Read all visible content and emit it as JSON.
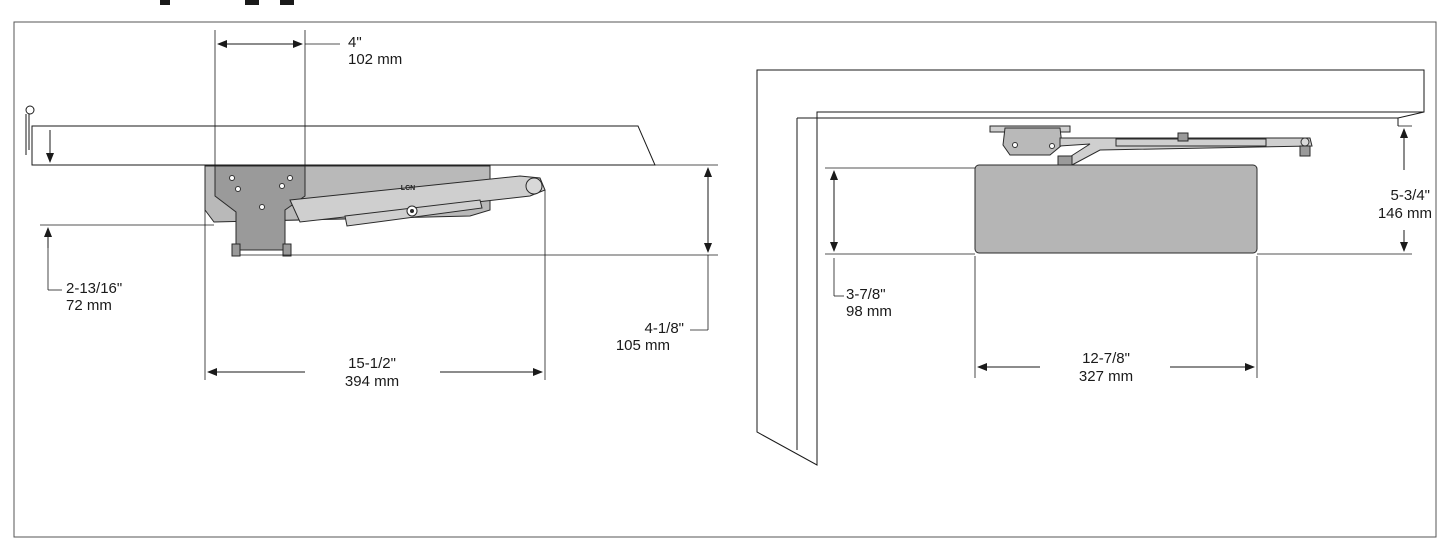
{
  "colors": {
    "line": "#1a1a1a",
    "part": "#b9b9b9",
    "frame": "#ffffff"
  },
  "left_view": {
    "width_top": {
      "imperial": "4\"",
      "metric": "102 mm"
    },
    "projection_offset": {
      "imperial": "2-13/16\"",
      "metric": "72 mm"
    },
    "depth": {
      "imperial": "4-1/8\"",
      "metric": "105 mm"
    },
    "length": {
      "imperial": "15-1/2\"",
      "metric": "394 mm"
    },
    "brand_mark": "LCN"
  },
  "right_view": {
    "height_total": {
      "imperial": "5-3/4\"",
      "metric": "146 mm"
    },
    "body_height": {
      "imperial": "3-7/8\"",
      "metric": "98 mm"
    },
    "body_length": {
      "imperial": "12-7/8\"",
      "metric": "327 mm"
    }
  }
}
